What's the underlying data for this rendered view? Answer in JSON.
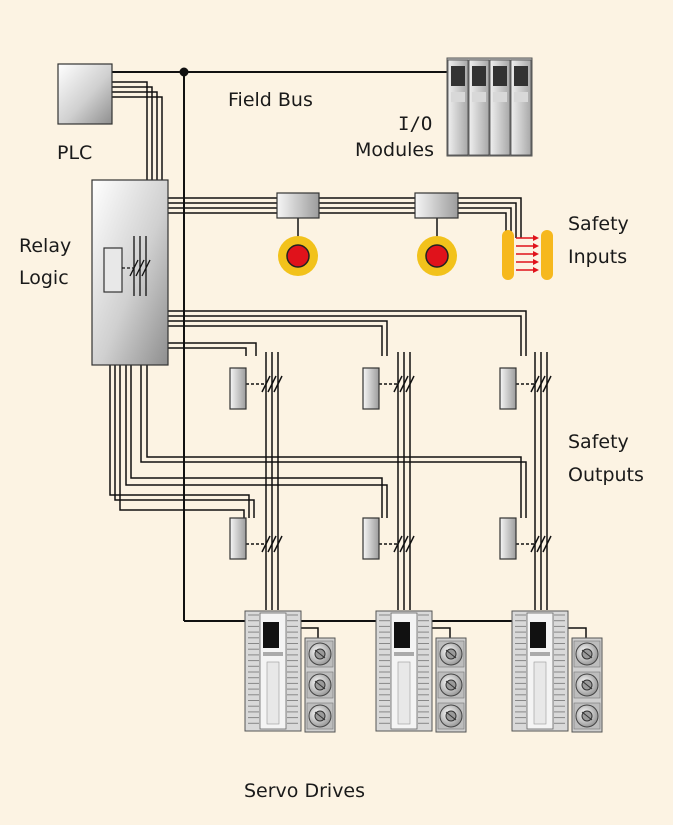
{
  "labels": {
    "field_bus": "Field Bus",
    "io_line1": "I/O",
    "io_line2": "Modules",
    "plc": "PLC",
    "relay_line1": "Relay",
    "relay_line2": "Logic",
    "safety_inputs_line1": "Safety",
    "safety_inputs_line2": "Inputs",
    "safety_outputs_line1": "Safety",
    "safety_outputs_line2": "Outputs",
    "servo_drives": "Servo Drives"
  },
  "colors": {
    "background": "#fcf3e3",
    "wire": "#111111",
    "estop_yellow": "#f2c21b",
    "estop_red": "#e0121b",
    "light_curtain": "#f6b81d",
    "beam": "#e0121b",
    "device_light": "#f2f2f2",
    "device_dark": "#9a9a9a"
  },
  "icons": {
    "estop": "emergency-stop-button-icon",
    "light_curtain": "light-curtain-icon",
    "relay": "safety-relay-icon",
    "contactor": "contactor-icon",
    "servo_drive": "servo-drive-icon",
    "motor": "servo-motor-icon",
    "io_module": "io-module-icon"
  }
}
